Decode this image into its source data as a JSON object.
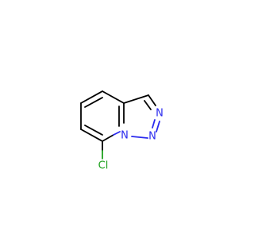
{
  "molecule": {
    "atoms": [
      {
        "id": "n_bridge",
        "symbol": "N",
        "color": "#2a2aee"
      },
      {
        "id": "n2",
        "symbol": "N",
        "color": "#2a2aee"
      },
      {
        "id": "n3",
        "symbol": "N",
        "color": "#2a2aee"
      },
      {
        "id": "cl",
        "symbol": "Cl",
        "color": "#1fa21f"
      }
    ]
  },
  "colors": {
    "carbon_bond": "#000000",
    "nitrogen": "#2a2aee",
    "chlorine": "#1fa21f",
    "background": "#ffffff"
  }
}
